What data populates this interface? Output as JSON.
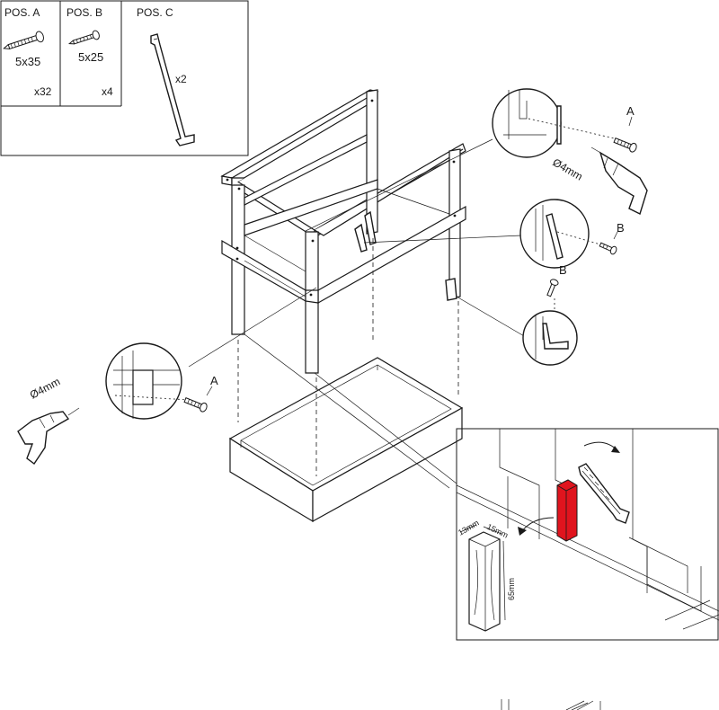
{
  "parts_table": {
    "pos_a": {
      "title": "POS. A",
      "size": "5x35",
      "qty": "x32"
    },
    "pos_b": {
      "title": "POS. B",
      "size": "5x25",
      "qty": "x4"
    },
    "pos_c": {
      "title": "POS. C",
      "qty": "x2"
    }
  },
  "callouts": {
    "a_top": "A",
    "a_left": "A",
    "b_right": "B",
    "b_lower": "B",
    "drill_top": "Ø4mm",
    "drill_left": "Ø4mm"
  },
  "dimensions": {
    "d1": "13mm",
    "d2": "15mm",
    "d3": "65mm"
  },
  "colors": {
    "line": "#1a1a1a",
    "cut_highlight": "#e0141e"
  },
  "icons": [
    "screw-icon",
    "drill-icon",
    "saw-icon",
    "bracket-icon",
    "arrow-icon"
  ]
}
